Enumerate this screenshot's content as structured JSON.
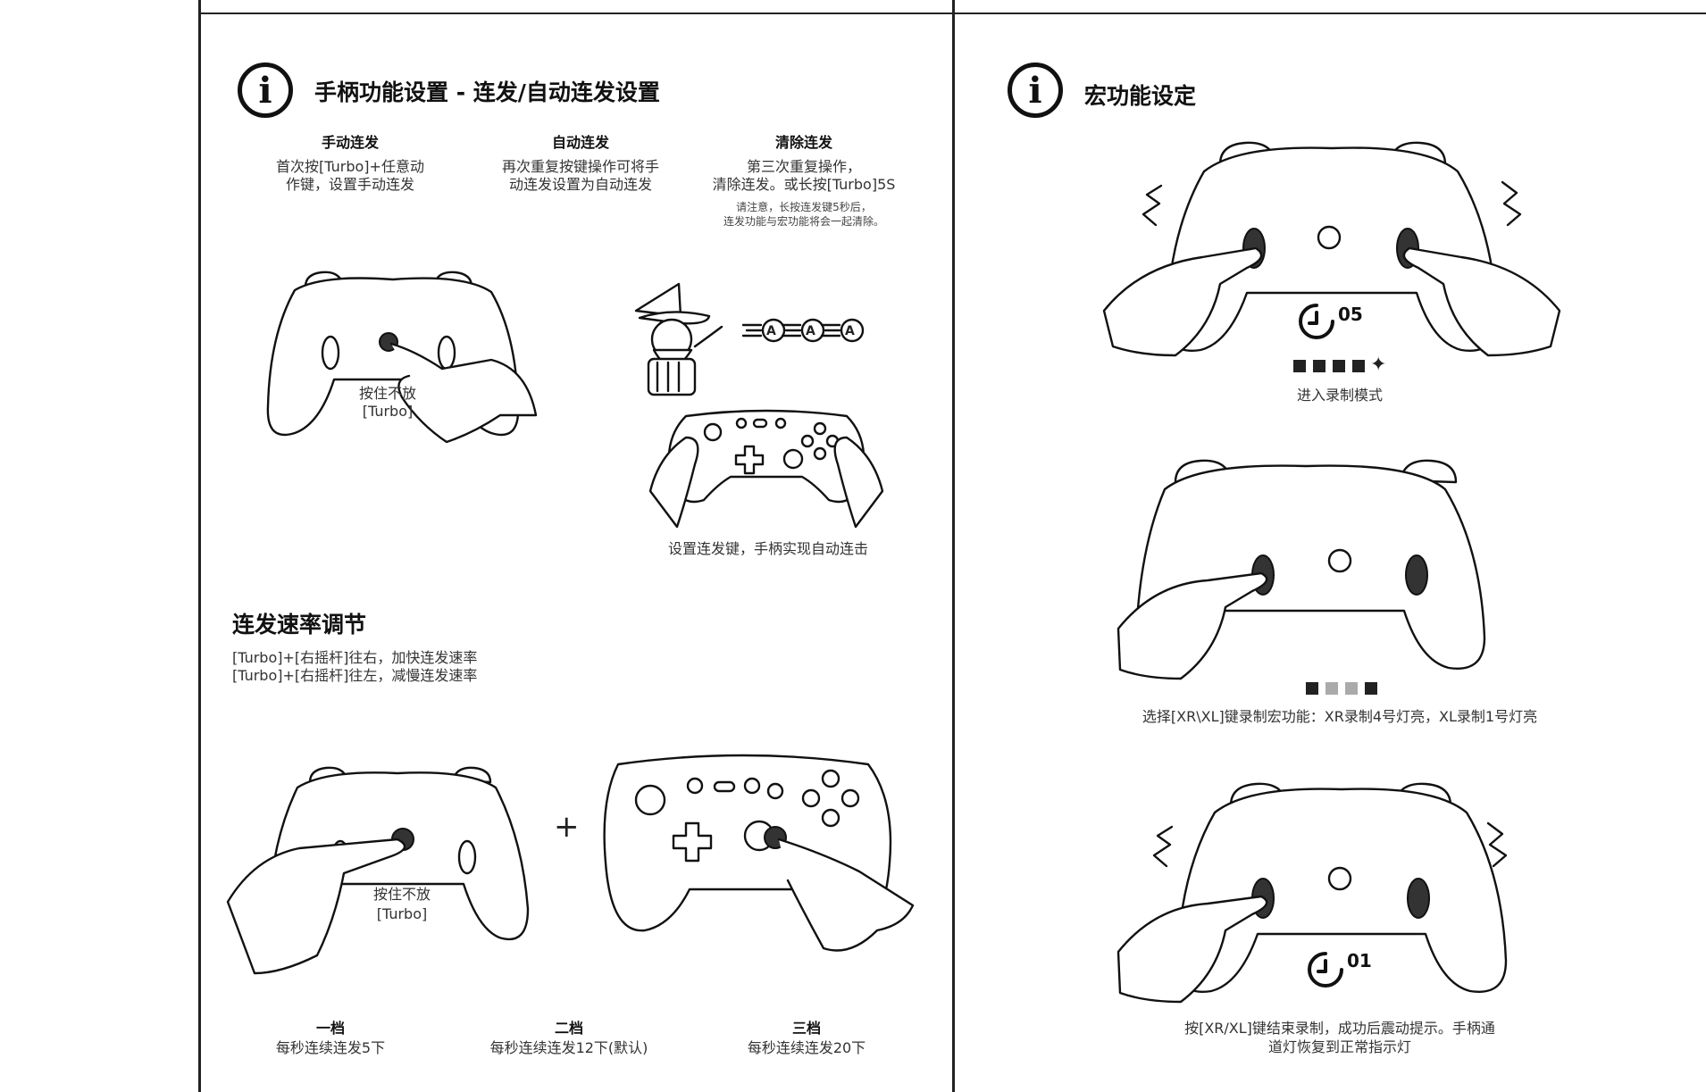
{
  "left_panel": {
    "title": "手柄功能设置 - 连发/自动连发设置",
    "columns": [
      {
        "heading": "手动连发",
        "line1": "首次按[Turbo]+任意动",
        "line2": "作键，设置手动连发"
      },
      {
        "heading": "自动连发",
        "line1": "再次重复按键操作可将手",
        "line2": "动连发设置为自动连发"
      },
      {
        "heading": "清除连发",
        "line1": "第三次重复操作，",
        "line2": "清除连发。或长按[Turbo]5S"
      }
    ],
    "notice_line1": "请注意，长按连发键5秒后，",
    "notice_line2": "连发功能与宏功能将会一起清除。",
    "hold_label_line1": "按住不放",
    "hold_label_line2": "[Turbo]",
    "auto_fire_caption": "设置连发键，手柄实现自动连击",
    "rate_section": {
      "title": "连发速率调节",
      "line1": "[Turbo]+[右摇杆]往右，加快连发速率",
      "line2": "[Turbo]+[右摇杆]往左，减慢连发速率",
      "hold_label_line1": "按住不放",
      "hold_label_line2": "[Turbo]",
      "plus": "+",
      "levels": [
        {
          "name": "一档",
          "desc": "每秒连续连发5下"
        },
        {
          "name": "二档",
          "desc": "每秒连续连发12下(默认)"
        },
        {
          "name": "三档",
          "desc": "每秒连续连发20下"
        }
      ]
    }
  },
  "right_panel": {
    "title": "宏功能设定",
    "step1": {
      "timer": "05",
      "caption": "进入录制模式"
    },
    "step2": {
      "caption": "选择[XR\\XL]键录制宏功能：XR录制4号灯亮，XL录制1号灯亮"
    },
    "step3": {
      "timer": "01",
      "caption_line1": "按[XR/XL]键结束录制，成功后震动提示。手柄通",
      "caption_line2": "道灯恢复到正常指示灯"
    }
  },
  "icons": {
    "info": "i"
  },
  "colors": {
    "line": "#111111",
    "led_off": "#aaaaaa",
    "led_on": "#222222"
  }
}
